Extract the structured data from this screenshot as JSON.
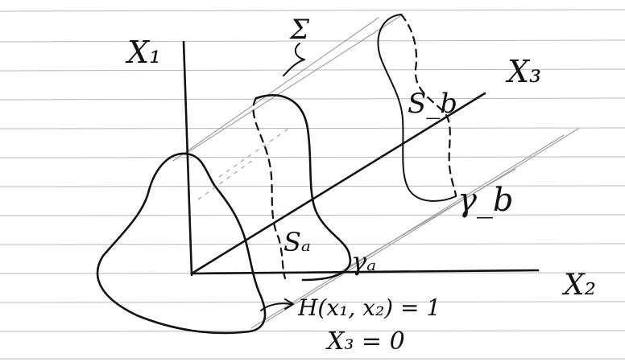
{
  "labels": {
    "x1": "X₁",
    "x2": "X₂",
    "x3": "X₃",
    "sigma": "Σ",
    "s_a": "Sₐ",
    "s_b": "S_b",
    "gamma_a": "γₐ",
    "gamma_b": "γ_b",
    "boundary_equation": "H(x₁, x₂) = 1",
    "plane_equation": "X₃ = 0"
  }
}
